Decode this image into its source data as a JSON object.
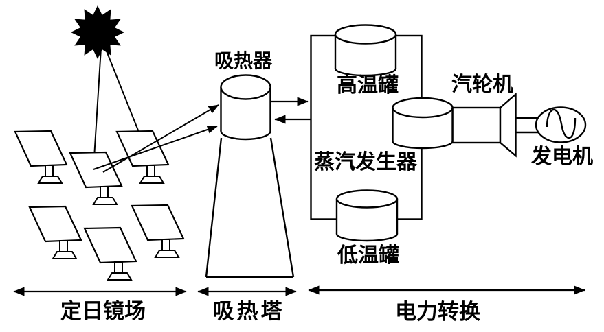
{
  "labels": {
    "absorber": "吸热器",
    "high_temp_tank": "高温罐",
    "steam_generator": "蒸汽发生器",
    "turbine": "汽轮机",
    "generator": "发电机",
    "low_temp_tank": "低温罐",
    "heliostat_field": "定日镜场",
    "absorber_tower": "吸热塔",
    "power_conversion": "电力转换"
  },
  "colors": {
    "line": "#000000",
    "background": "#ffffff",
    "sun_fill": "#000000"
  },
  "icons": [
    "sun-icon",
    "heliostat-icon",
    "receiver-cylinder-icon",
    "tower-icon",
    "tank-cylinder-icon",
    "turbine-icon",
    "generator-ac-icon",
    "double-headed-arrow-icon",
    "flow-arrow-icon"
  ]
}
